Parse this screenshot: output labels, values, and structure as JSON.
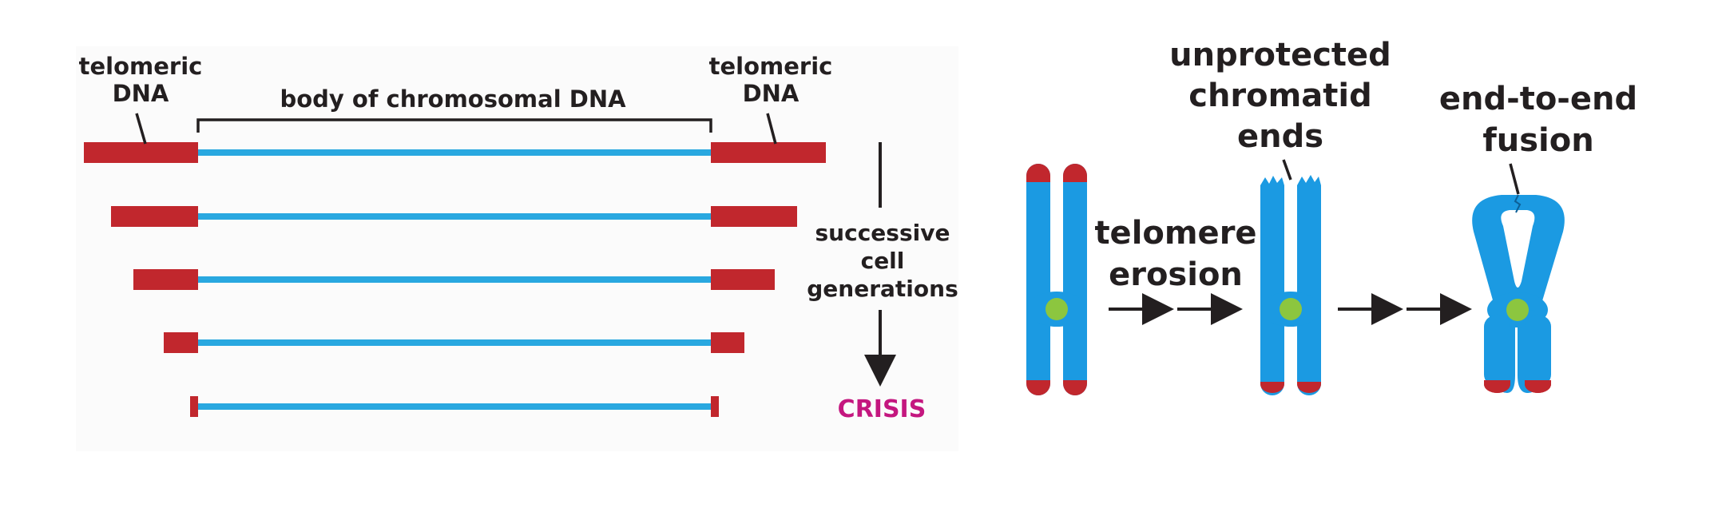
{
  "labels": {
    "telomeric_left_line1": "telomeric",
    "telomeric_left_line2": "DNA",
    "telomeric_right_line1": "telomeric",
    "telomeric_right_line2": "DNA",
    "body": "body of chromosomal DNA",
    "successive_line1": "successive",
    "successive_line2": "cell",
    "successive_line3": "generations",
    "crisis": "CRISIS",
    "erosion_line1": "telomere",
    "erosion_line2": "erosion",
    "unprotected_line1": "unprotected",
    "unprotected_line2": "chromatid",
    "unprotected_line3": "ends",
    "fusion_line1": "end-to-end",
    "fusion_line2": "fusion"
  },
  "colors": {
    "telomere": "#c1272d",
    "dna_body": "#29a8e0",
    "chromosome": "#1b9ae2",
    "centromere": "#8cc63f",
    "text": "#231f20",
    "crisis": "#c4177f",
    "arrow": "#231f20"
  }
}
